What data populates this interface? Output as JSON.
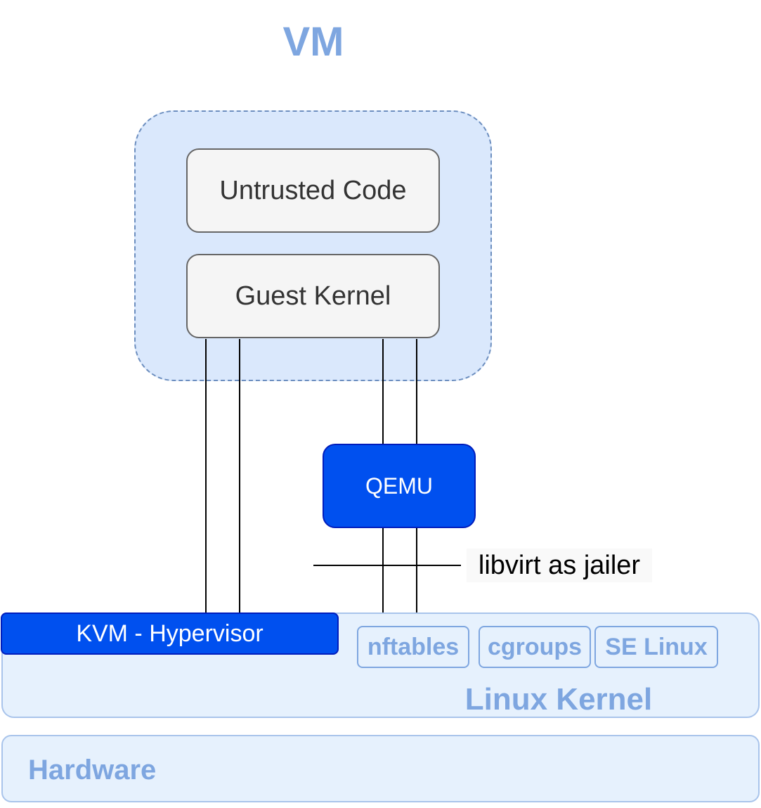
{
  "vm": {
    "title": "VM",
    "untrusted_code": "Untrusted Code",
    "guest_kernel": "Guest Kernel"
  },
  "qemu": {
    "label": "QEMU"
  },
  "jailer": {
    "label": "libvirt as jailer"
  },
  "linux_kernel": {
    "label": "Linux Kernel",
    "kvm": "KVM - Hypervisor",
    "features": [
      "nftables",
      "cgroups",
      "SE Linux"
    ]
  },
  "hardware": {
    "label": "Hardware"
  },
  "colors": {
    "vm_fill": "#dae8fc",
    "vm_border": "#6c8ebf",
    "accent_blue": "#0050ef",
    "label_blue": "#7ea6e0",
    "layer_fill": "#e6f1fd"
  }
}
